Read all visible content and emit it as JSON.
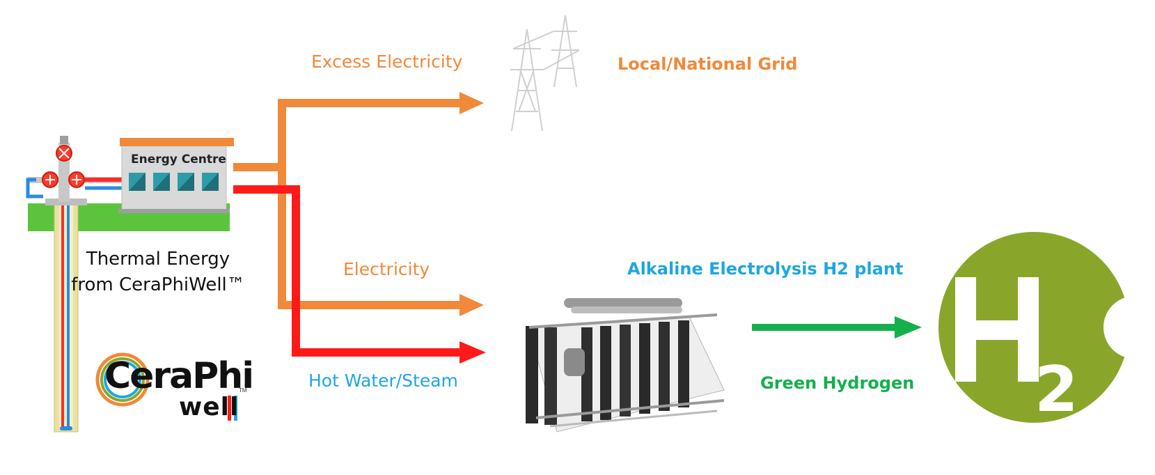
{
  "flows": {
    "excess_electricity": "Excess Electricity",
    "electricity": "Electricity",
    "hot_water_steam": "Hot Water/Steam"
  },
  "nodes": {
    "grid": "Local/National Grid",
    "h2_plant": "Alkaline Electrolysis H2 plant",
    "output": "Green Hydrogen",
    "energy_centre": "Energy Centre",
    "source": "Thermal Energy from CeraPhiWell™"
  },
  "logo": {
    "cera": "CeraPhi",
    "well": "well",
    "tm": "TM"
  },
  "colors": {
    "electricity": "#f0893a",
    "heat": "#ff1a1a",
    "hydrogen": "#14b04c",
    "water_label": "#1fa6e0",
    "h2_logo": "#8aa62a",
    "ground": "#5cc43c"
  },
  "icons": [
    "transmission-tower-icon",
    "electrolysis-plant-icon",
    "h2o-logo-icon",
    "wellhead-icon",
    "energy-centre-building-icon"
  ]
}
